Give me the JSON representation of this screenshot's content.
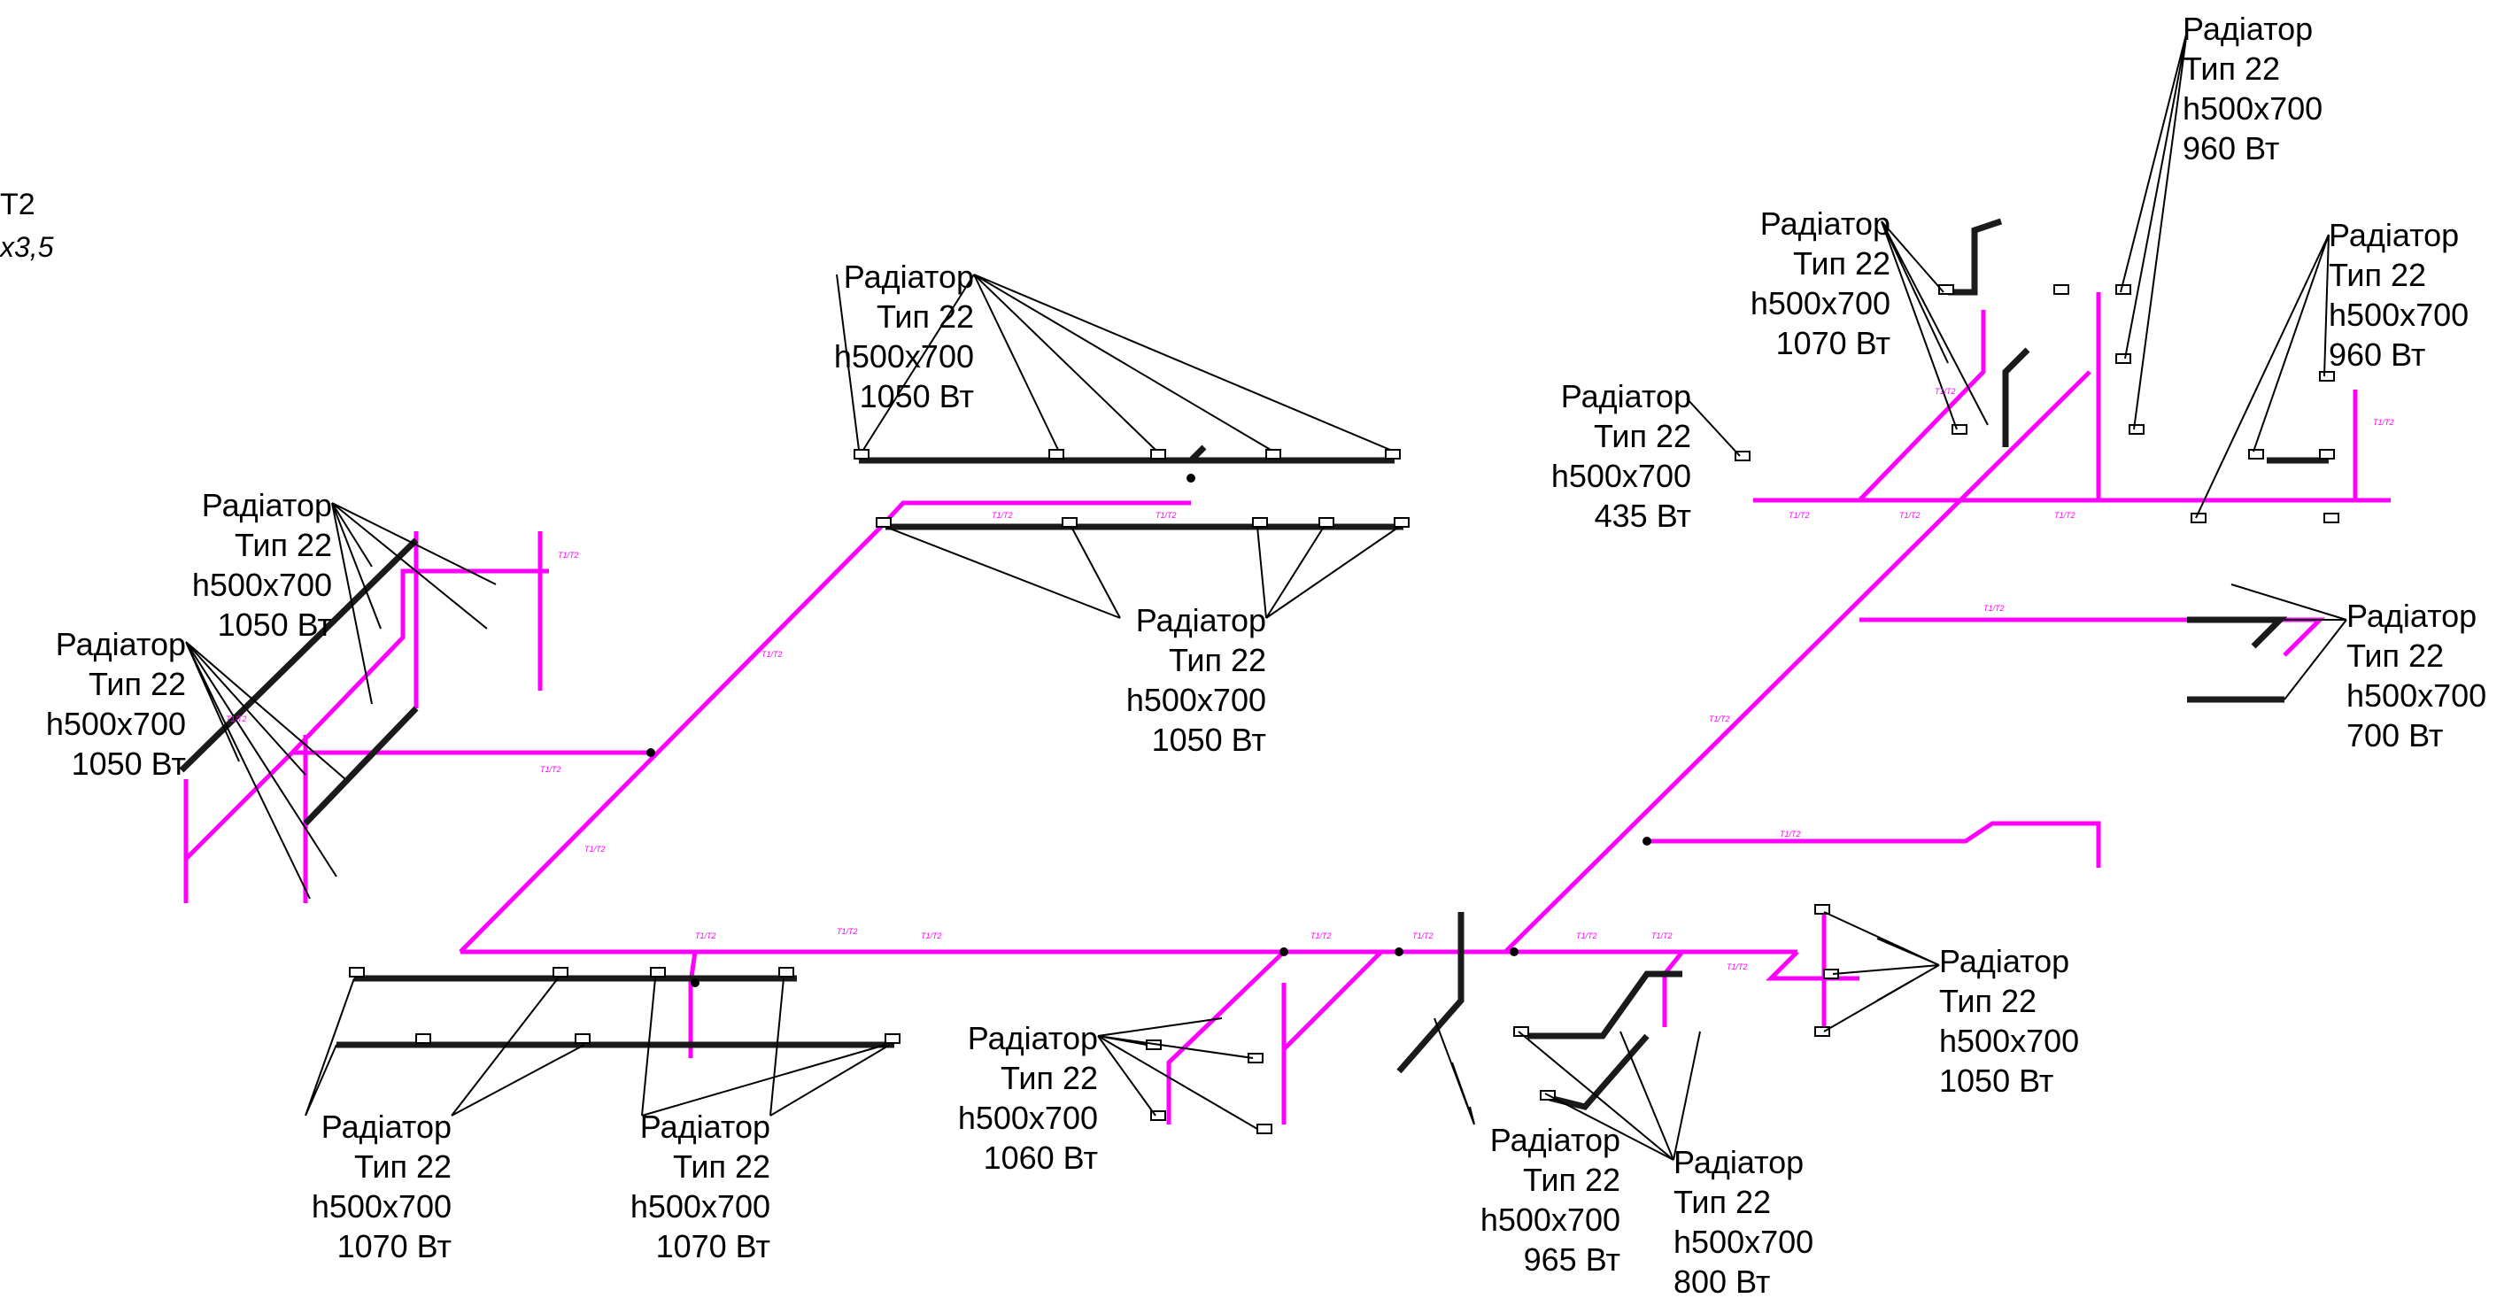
{
  "corner_text": {
    "line1": "T2",
    "line2": "x3,5"
  },
  "radiator_labels": [
    {
      "l1": "Радіатор",
      "l2": "Тип 22",
      "l3": "h500x700",
      "l4": "1050 Вт"
    },
    {
      "l1": "Радіатор",
      "l2": "Тип 22",
      "l3": "h500x700",
      "l4": "1050 Вт"
    },
    {
      "l1": "Радіатор",
      "l2": "Тип 22",
      "l3": "h500x700",
      "l4": "1050 Вт"
    },
    {
      "l1": "Радіатор",
      "l2": "Тип 22",
      "l3": "h500x700",
      "l4": "1050 Вт"
    },
    {
      "l1": "Радіатор",
      "l2": "Тип 22",
      "l3": "h500x700",
      "l4": "1070 Вт"
    },
    {
      "l1": "Радіатор",
      "l2": "Тип 22",
      "l3": "h500x700",
      "l4": "1070 Вт"
    },
    {
      "l1": "Радіатор",
      "l2": "Тип 22",
      "l3": "h500x700",
      "l4": "1060 Вт"
    },
    {
      "l1": "Радіатор",
      "l2": "Тип 22",
      "l3": "h500x700",
      "l4": "965 Вт"
    },
    {
      "l1": "Радіатор",
      "l2": "Тип 22",
      "l3": "h500x700",
      "l4": "800 Вт"
    },
    {
      "l1": "Радіатор",
      "l2": "Тип 22",
      "l3": "h500x700",
      "l4": "1050 Вт"
    },
    {
      "l1": "Радіатор",
      "l2": "Тип 22",
      "l3": "h500x700",
      "l4": "435 Вт"
    },
    {
      "l1": "Радіатор",
      "l2": "Тип 22",
      "l3": "h500x700",
      "l4": "1070 Вт"
    },
    {
      "l1": "Радіатор",
      "l2": "Тип 22",
      "l3": "h500x700",
      "l4": "960 Вт"
    },
    {
      "l1": "Радіатор",
      "l2": "Тип 22",
      "l3": "h500x700",
      "l4": "960 Вт"
    },
    {
      "l1": "Радіатор",
      "l2": "Тип 22",
      "l3": "h500x700",
      "l4": "700 Вт"
    }
  ],
  "colors": {
    "supply_pipe": "#ff00ff",
    "return_pipe": "#1a1a1a",
    "text": "#000000"
  }
}
